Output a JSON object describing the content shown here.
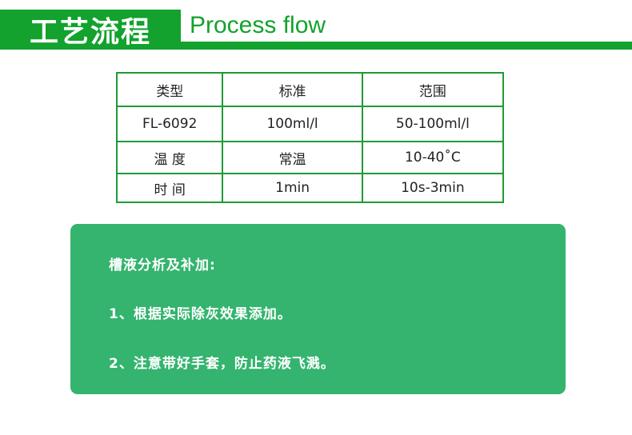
{
  "header": {
    "title_cn": "工艺流程",
    "title_en": "Process flow",
    "accent_color": "#12a22d"
  },
  "spec_table": {
    "headers": [
      "类型",
      "标准",
      "范围"
    ],
    "rows": [
      [
        "FL-6092",
        "100ml/l",
        "50-100ml/l"
      ],
      [
        "温 度",
        "常温",
        "10-40˚C"
      ],
      [
        "时 间",
        "1min",
        "10s-3min"
      ]
    ],
    "border_color": "#1f9b36"
  },
  "notes": {
    "heading": "槽液分析及补加:",
    "items": [
      "1、根据实际除灰效果添加。",
      "2、注意带好手套，防止药液飞溅。"
    ],
    "background_color": "#34b46e"
  }
}
